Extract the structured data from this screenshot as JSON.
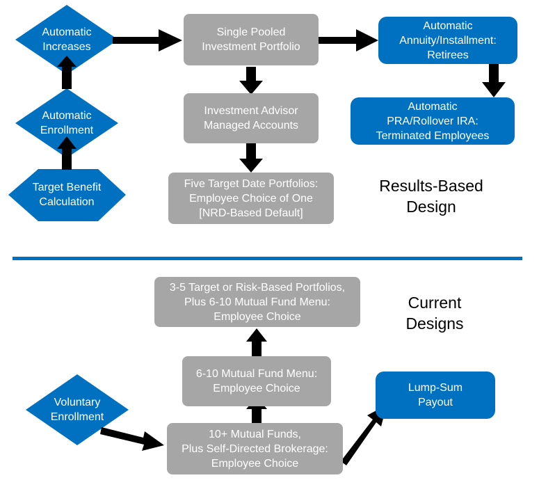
{
  "colors": {
    "blue": "#0070c0",
    "gray": "#a6a6a6",
    "divider": "#0070c0",
    "arrow": "#000000"
  },
  "results_based": {
    "heading": "Results-Based\nDesign",
    "automatic_increases": "Automatic\nIncreases",
    "automatic_enrollment": "Automatic\nEnrollment",
    "target_benefit_calculation": "Target Benefit\nCalculation",
    "single_pooled_portfolio": "Single Pooled\nInvestment Portfolio",
    "advisor_managed_accounts": "Investment Advisor\nManaged Accounts",
    "five_target_date_portfolios": "Five Target Date Portfolios:\nEmployee Choice of One\n[NRD-Based Default]",
    "annuity_retirees": "Automatic\nAnnuity/Installment:\nRetirees",
    "pra_rollover": "Automatic\nPRA/Rollover IRA:\nTerminated Employees"
  },
  "current": {
    "heading": "Current\nDesigns",
    "target_risk_portfolios": "3-5 Target or Risk-Based Portfolios,\nPlus 6-10 Mutual Fund Menu:\nEmployee Choice",
    "mutual_fund_menu": "6-10 Mutual Fund Menu:\nEmployee Choice",
    "voluntary_enrollment": "Voluntary\nEnrollment",
    "mutual_funds_brokerage": "10+ Mutual Funds,\nPlus Self-Directed Brokerage:\nEmployee Choice",
    "lump_sum_payout": "Lump-Sum\nPayout"
  }
}
